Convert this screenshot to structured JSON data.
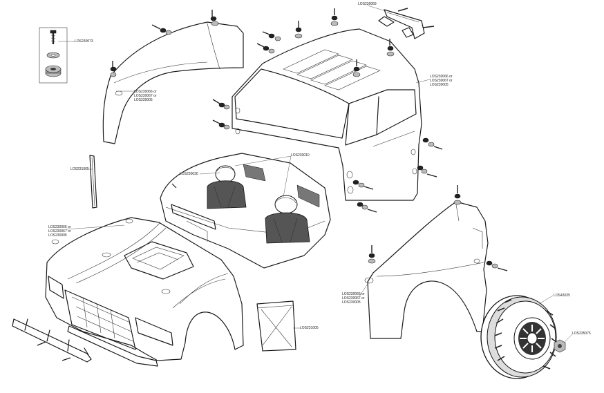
{
  "callouts": {
    "screw_kit": "LOS230073",
    "rear_wing": "LOS230069",
    "left_fender_mount": [
      "LOS230066 or",
      "LOS230067 or",
      "LOS230005"
    ],
    "cab_mount": [
      "LOS230066 or",
      "LOS230067 or",
      "LOS230005"
    ],
    "interior_left": "LOS230030",
    "interior_right": "LOS230010",
    "antenna": "LOS231005",
    "hood_mount": [
      "LOS230066 or",
      "LOS230067 or",
      "LOS230005"
    ],
    "window_net": "LOS231005",
    "rear_fender_mount": [
      "LOS230066 or",
      "LOS230067 or",
      "LOS230005"
    ],
    "wheel": "LOS43025",
    "wheel_nut": "LOS235075"
  },
  "colors": {
    "line": "#1a1a1a",
    "background": "#ffffff"
  }
}
